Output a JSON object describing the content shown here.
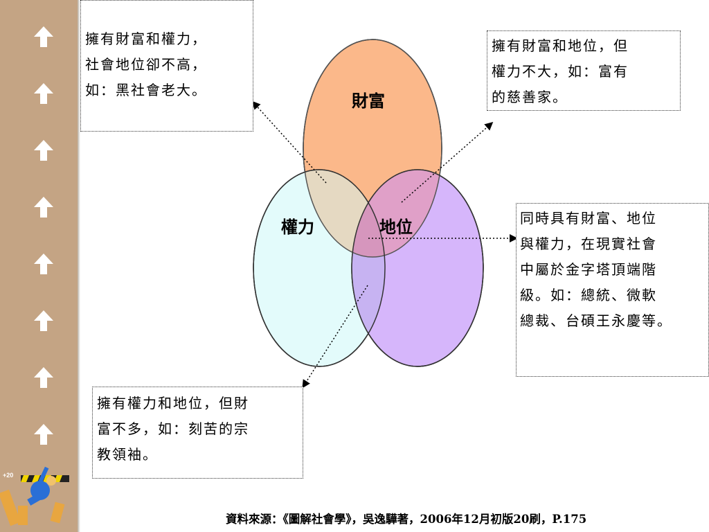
{
  "venn": {
    "wealth_label": "財富",
    "power_label": "權力",
    "status_label": "地位",
    "colors": {
      "wealth": "#fbb88a",
      "power": "#e3fbfb",
      "status": "#d6b6fb",
      "outline": "#000000"
    }
  },
  "notes": {
    "wealth_power": "擁有財富和權力，\n社會地位卻不高，\n如：黑社會老大。",
    "wealth_status": "擁有財富和地位，但\n權力不大，如：富有\n的慈善家。",
    "all_three": "同時具有財富、地位\n與權力，在現實社會\n中屬於金字塔頂端階\n級。如：總統、微軟\n總裁、台碩王永慶等。",
    "power_status": "擁有權力和地位，但財\n富不多，如：刻苦的宗\n教領袖。"
  },
  "source": "資料來源：《圖解社會學》，吳逸驊著，2006年12月初版20刷，P.175",
  "sidebar": {
    "arrow_count": 8,
    "arrow_icon": "up-arrow-icon",
    "badge_text": "+20"
  }
}
